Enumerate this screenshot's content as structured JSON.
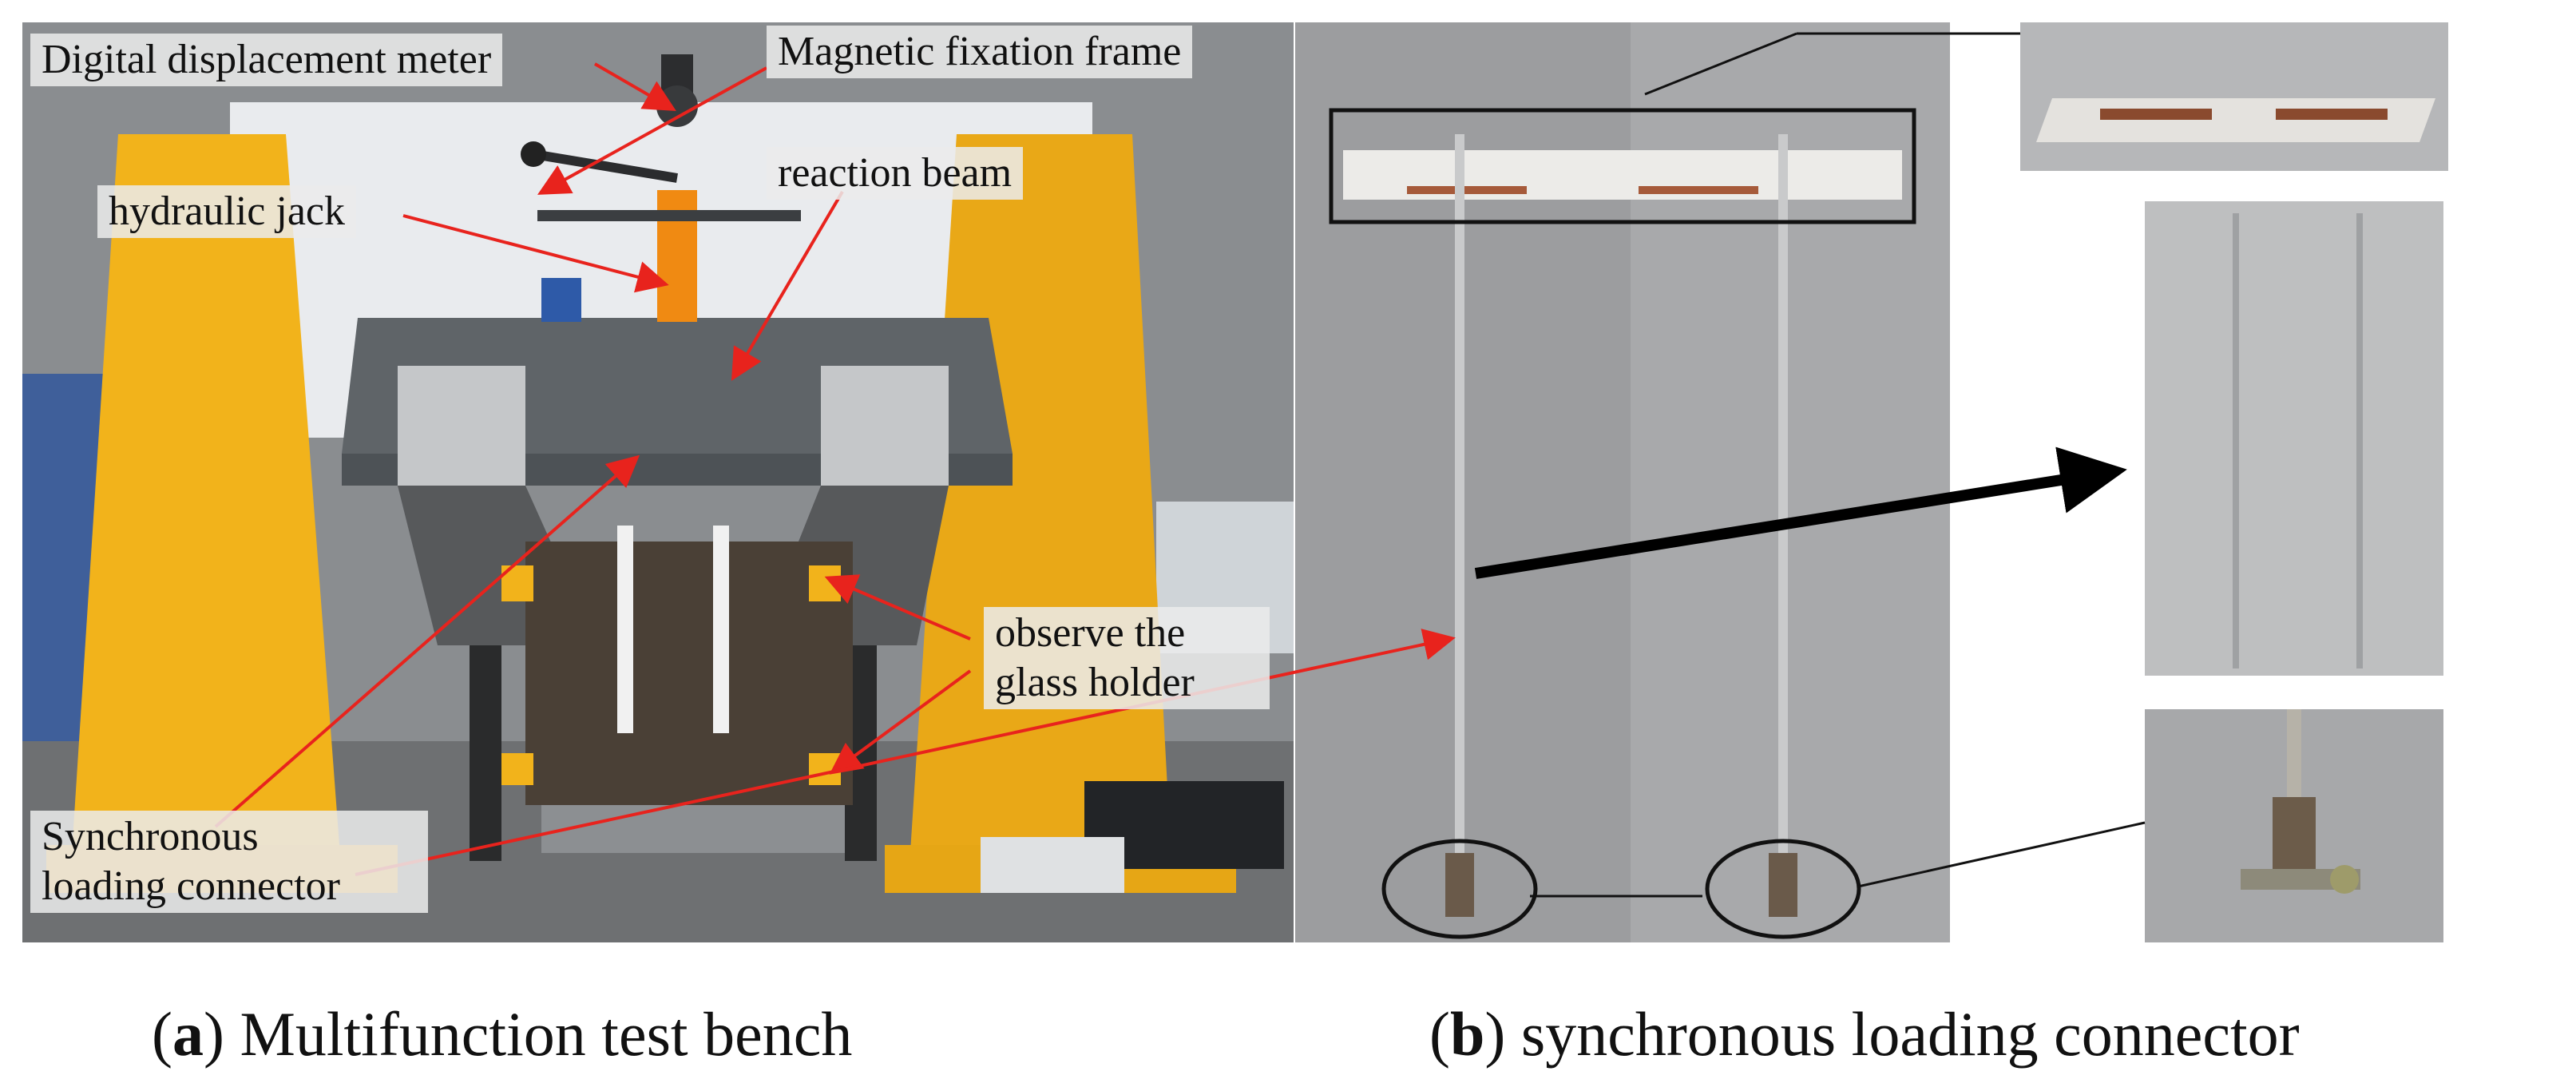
{
  "panel_a": {
    "labels": {
      "displacement_meter": "Digital displacement meter",
      "magnetic_frame": "Magnetic fixation frame",
      "hydraulic_jack": "hydraulic jack",
      "reaction_beam": "reaction beam",
      "observe_line1": "observe the",
      "observe_line2": "glass holder",
      "sync_line1": "Synchronous",
      "sync_line2": "loading connector"
    },
    "caption_letter": "a",
    "caption_text": "Multifunction test bench"
  },
  "panel_b": {
    "caption_letter": "b",
    "caption_text": "synchronous loading connector"
  },
  "colors": {
    "frame_yellow": "#f2b31b",
    "beam_steel": "#5f6468",
    "annotation_red": "#e8231d",
    "jack_orange": "#f08a12"
  }
}
